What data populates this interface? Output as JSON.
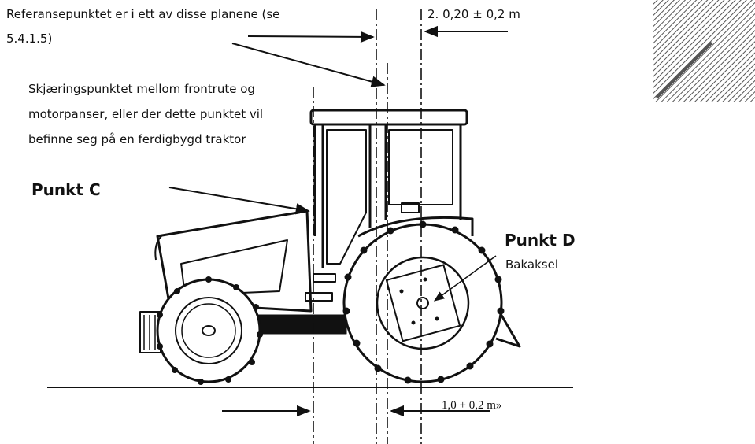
{
  "diagram": {
    "reference_note": {
      "line1": "Referansepunktet er i ett av disse planene (se",
      "line2": "5.4.1.5)"
    },
    "intersection_note": {
      "line1": "Skjæringspunktet mellom frontrute og",
      "line2": "motorpanser, eller der dette punktet vil",
      "line3": "befinne seg på en ferdigbygd traktor"
    },
    "dimension_top": "2. 0,20 ± 0,2 m",
    "point_c": "Punkt C",
    "point_d": "Punkt D",
    "rear_axle": "Bakaksel",
    "dimension_bottom": "1,0 + 0,2 m»"
  },
  "colors": {
    "ink": "#111111",
    "hatch": "#555555",
    "background": "#ffffff"
  },
  "icons": {
    "hatch_sample": "hatched-square-icon"
  }
}
